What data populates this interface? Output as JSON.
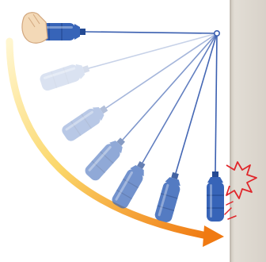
{
  "diagram": {
    "description_items": [
      "hand",
      "pendulum-bottles",
      "strings",
      "pivot",
      "wall",
      "swing-arrow",
      "impact-burst"
    ],
    "colors": {
      "wall_fill": "#ddd7cf",
      "wall_edge": "#b9b1a6",
      "string": "#3a5fb0",
      "bottle_main": "#3764b8",
      "bottle_dark": "#244a93",
      "hand": "#f2d8b6",
      "hand_edge": "#d7ad85",
      "arrow_start": "#fff4c9",
      "arrow_end": "#f07a12",
      "impact": "#e0262b"
    },
    "ghost_positions": 5,
    "ghost_opacity_start": 0.18,
    "ghost_opacity_end": 0.85
  }
}
